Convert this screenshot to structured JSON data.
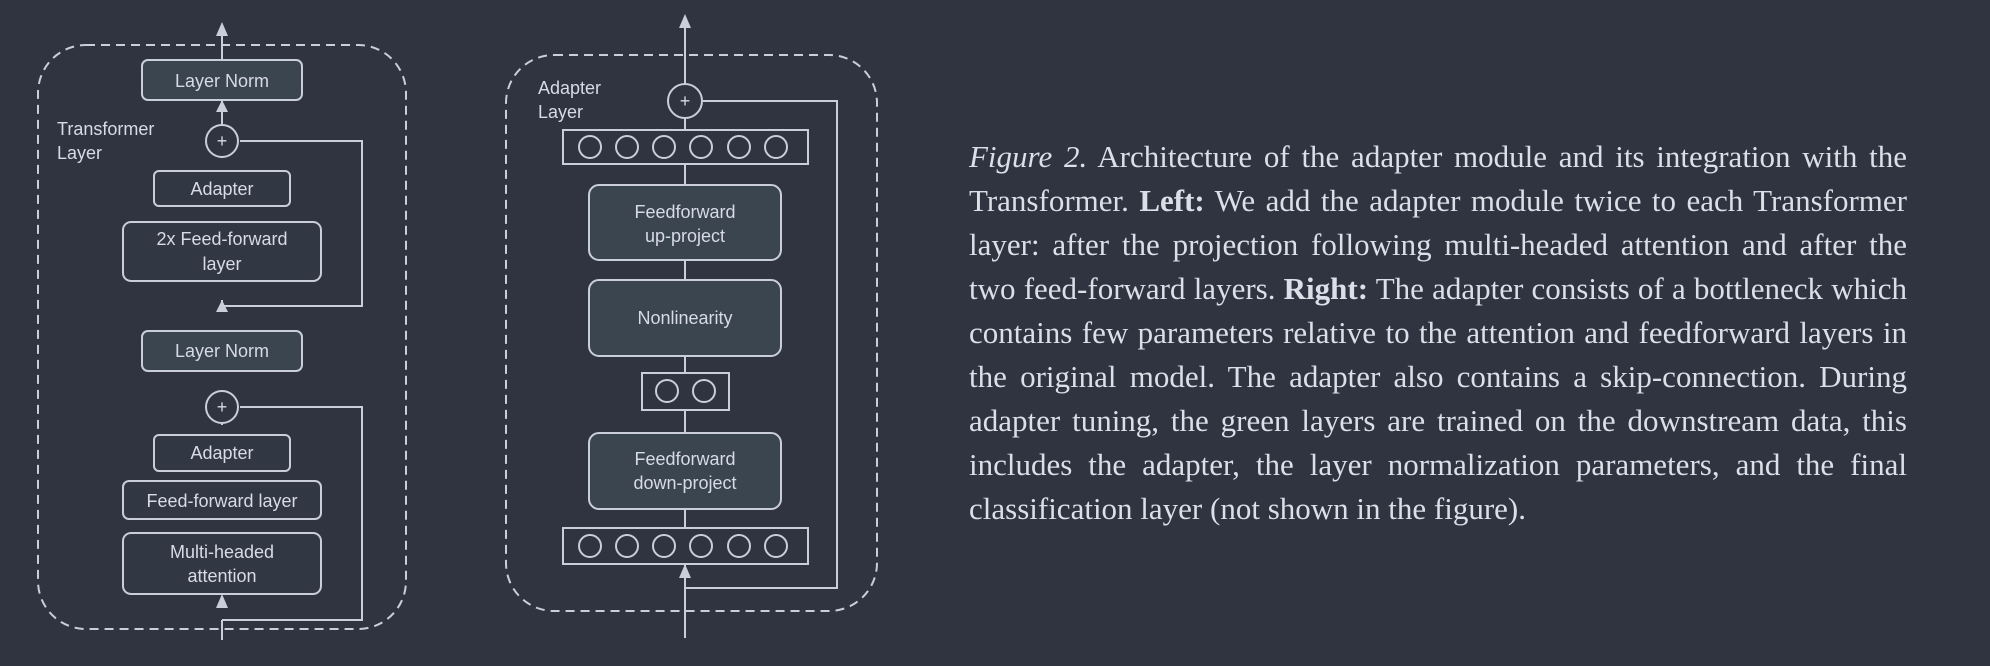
{
  "colors": {
    "background": "#303441",
    "line": "#c9ceda",
    "box_fill_dark": "#3a4550",
    "box_fill": "#323744",
    "text": "#d7dbe6"
  },
  "left_panel": {
    "label_line1": "Transformer",
    "label_line2": "Layer",
    "layer_norm_top": "Layer Norm",
    "adapter_top": "Adapter",
    "ffn_2x_line1": "2x Feed-forward",
    "ffn_2x_line2": "layer",
    "layer_norm_mid": "Layer Norm",
    "adapter_bottom": "Adapter",
    "ffn_layer": "Feed-forward layer",
    "mha_line1": "Multi-headed",
    "mha_line2": "attention",
    "plus_symbol": "+"
  },
  "right_panel": {
    "label_line1": "Adapter",
    "label_line2": "Layer",
    "up_project_line1": "Feedforward",
    "up_project_line2": "up-project",
    "nonlinearity": "Nonlinearity",
    "down_project_line1": "Feedforward",
    "down_project_line2": "down-project",
    "plus_symbol": "+"
  },
  "caption": {
    "figure_label": "Figure 2.",
    "text_1": " Architecture of the adapter module and its integration with the Transformer. ",
    "left_label": "Left:",
    "text_2": " We add the adapter module twice to each Transformer layer: after the projection following multi-headed attention and after the two feed-forward layers. ",
    "right_label": "Right:",
    "text_3": " The adapter consists of a bottleneck which contains few parameters relative to the attention and feedforward layers in the original model. The adapter also contains a skip-connection. During adapter tuning, the green layers are trained on the downstream data, this includes the adapter, the layer normalization parameters, and the final classification layer (not shown in the figure)."
  }
}
